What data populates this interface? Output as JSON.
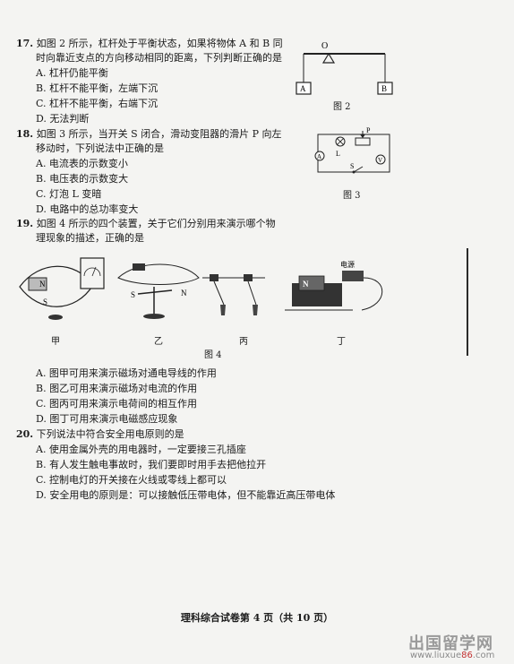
{
  "q17": {
    "num": "17.",
    "line1": "如图 2 所示，杠杆处于平衡状态，如果将物体 A 和 B 同",
    "line2": "时向靠近支点的方向移动相同的距离，下列判断正确的是",
    "options": [
      "A.  杠杆仍能平衡",
      "B.  杠杆不能平衡，左端下沉",
      "C.  杠杆不能平衡，右端下沉",
      "D.  无法判断"
    ],
    "fig": {
      "label": "图 2",
      "o": "O",
      "a": "A",
      "b": "B"
    }
  },
  "q18": {
    "num": "18.",
    "line1": "如图 3 所示，当开关 S 闭合，滑动变阻器的滑片 P 向左",
    "line2": "移动时，下列说法中正确的是",
    "options": [
      "A.  电流表的示数变小",
      "B.  电压表的示数变大",
      "C.  灯泡 L 变暗",
      "D.  电路中的总功率变大"
    ],
    "fig": {
      "label": "图 3",
      "p": "P",
      "l": "L",
      "s": "S",
      "amm": "A",
      "volt": "V"
    }
  },
  "q19": {
    "num": "19.",
    "line1": "如图 4 所示的四个装置，关于它们分别用来演示哪个物",
    "line2": "理现象的描述，正确的是",
    "fig": {
      "label": "图 4",
      "names": [
        "甲",
        "乙",
        "丙",
        "丁"
      ],
      "n": "N",
      "s": "S",
      "power": "电源"
    },
    "options": [
      "A.  图甲可用来演示磁场对通电导线的作用",
      "B.  图乙可用来演示磁场对电流的作用",
      "C.  图丙可用来演示电荷间的相互作用",
      "D.  图丁可用来演示电磁感应现象"
    ]
  },
  "q20": {
    "num": "20.",
    "line1": "下列说法中符合安全用电原则的是",
    "options": [
      "A.  使用金属外壳的用电器时，一定要接三孔插座",
      "B.  有人发生触电事故时，我们要即时用手去把他拉开",
      "C.  控制电灯的开关接在火线或零线上都可以",
      "D.  安全用电的原则是：可以接触低压带电体，但不能靠近高压带电体"
    ]
  },
  "footer": "理科综合试卷第 4 页（共 10 页）",
  "watermark": {
    "cn": "出国留学网",
    "url_pre": "www.liuxue",
    "url_red": "86",
    "url_post": ".com"
  }
}
